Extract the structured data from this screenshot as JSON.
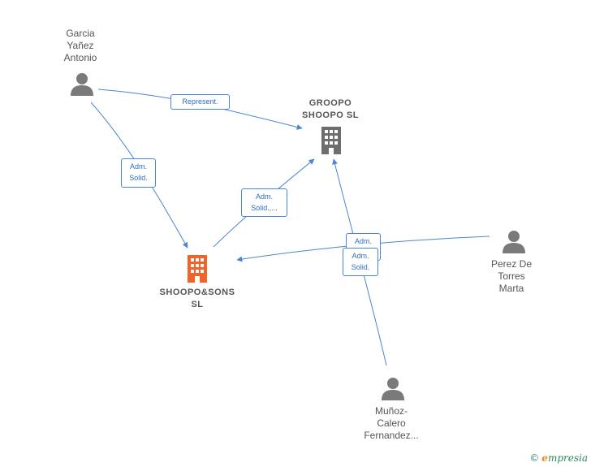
{
  "nodes": {
    "garcia": {
      "label": "Garcia\nYañez\nAntonio",
      "type": "person"
    },
    "groopo": {
      "label": "GROOPO\nSHOOPO  SL",
      "type": "company"
    },
    "shoopo_sons": {
      "label": "SHOOPO&SONS\nSL",
      "type": "company-main"
    },
    "perez": {
      "label": "Perez De\nTorres\nMarta",
      "type": "person"
    },
    "munoz": {
      "label": "Muñoz-\nCalero\nFernandez...",
      "type": "person"
    }
  },
  "edges": [
    {
      "from": "garcia",
      "to": "groopo",
      "label": "Represent."
    },
    {
      "from": "garcia",
      "to": "shoopo_sons",
      "label": "Adm.\nSolid."
    },
    {
      "from": "shoopo_sons",
      "to": "groopo",
      "label": "Adm.\nSolid.,..."
    },
    {
      "from": "perez",
      "to": "shoopo_sons",
      "label": "Adm.\nSolid."
    },
    {
      "from": "munoz",
      "to": "groopo",
      "label": "Adm.\nSolid."
    }
  ],
  "colors": {
    "edge": "#4a86d4",
    "person_icon": "#7a7a7a",
    "company_icon": "#6e6e6e",
    "main_company_icon": "#f0642a"
  },
  "footer": {
    "copyright": "©",
    "brand_e": "e",
    "brand_rest": "mpresia"
  }
}
